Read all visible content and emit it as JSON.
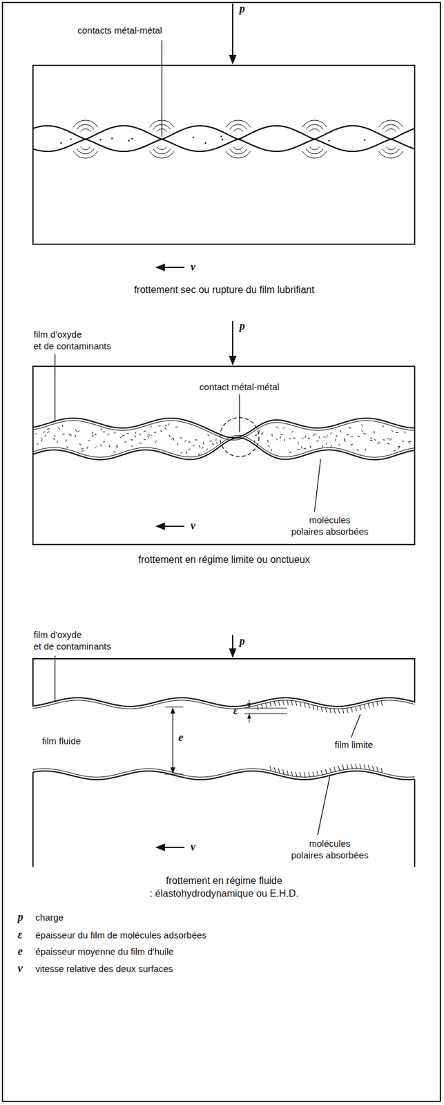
{
  "diagram": {
    "labels": [
      "p",
      "contacts métal-métal",
      "v",
      "frottement sec ou rupture du film lubrifiant",
      "film d'oxyde et de contaminants",
      "p",
      "contact métal-métal",
      "v",
      "molécules polaires absorbées",
      "frottement en régime limite ou onctueux",
      "film d'oxyde et de contaminants",
      "p",
      "ε",
      "film fluide",
      "e",
      "film limite",
      "v",
      "molécules polaires absorbées",
      "frottement en régime fluide : élastohydrodynamique ou E.H.D.",
      "p",
      "charge",
      "ε",
      "épaisseur du film de molécules adsorbées",
      "e",
      "épaisseur moyenne du film d'huile",
      "v",
      "vitesse relative des deux surfaces"
    ]
  }
}
